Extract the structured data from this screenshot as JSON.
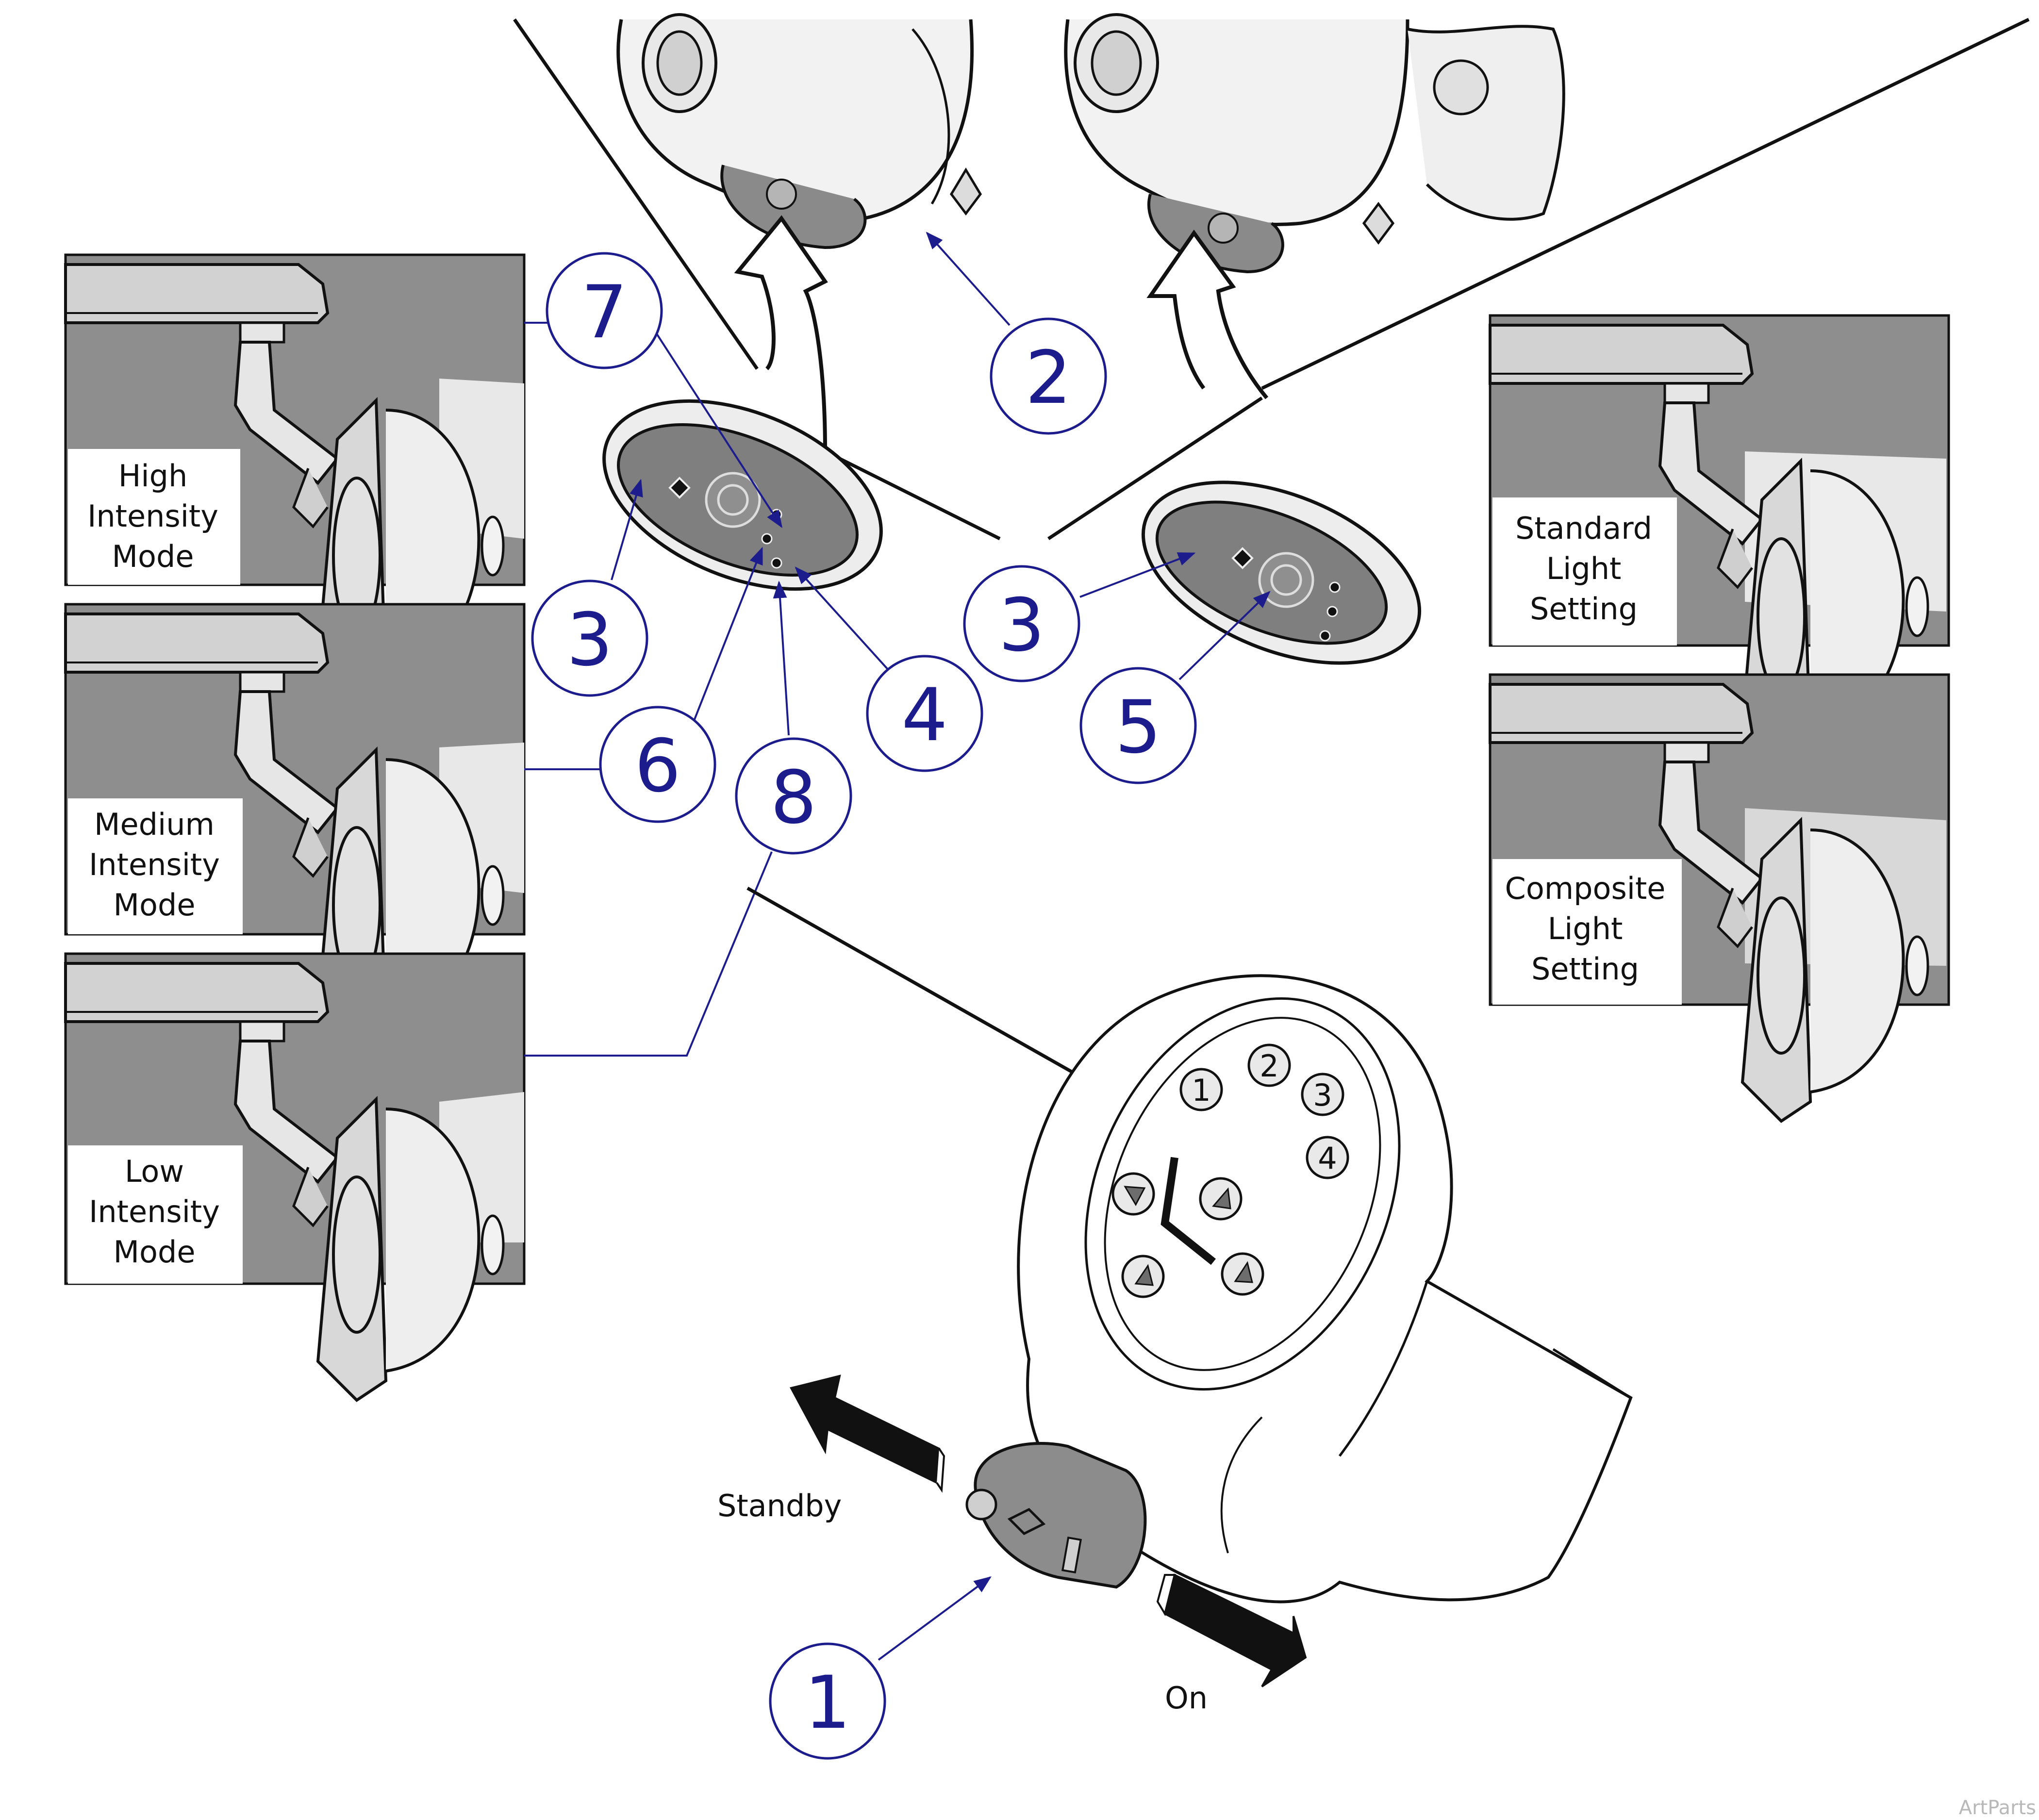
{
  "colors": {
    "panel_gray": "#8e8e8e",
    "callout_blue": "#1c1c8c",
    "light_beam": "#e8e8e8",
    "line": "#111111"
  },
  "callouts": [
    {
      "id": "c1",
      "label": "1"
    },
    {
      "id": "c2",
      "label": "2"
    },
    {
      "id": "c3a",
      "label": "3"
    },
    {
      "id": "c3b",
      "label": "3"
    },
    {
      "id": "c4",
      "label": "4"
    },
    {
      "id": "c5",
      "label": "5"
    },
    {
      "id": "c6",
      "label": "6"
    },
    {
      "id": "c7",
      "label": "7"
    },
    {
      "id": "c8",
      "label": "8"
    }
  ],
  "intensity_panels": [
    {
      "id": "high",
      "lines": [
        "High",
        "Intensity",
        "Mode"
      ]
    },
    {
      "id": "medium",
      "lines": [
        "Medium",
        "Intensity",
        "Mode"
      ]
    },
    {
      "id": "low",
      "lines": [
        "Low",
        "Intensity",
        "Mode"
      ]
    }
  ],
  "setting_panels": [
    {
      "id": "standard",
      "lines": [
        "Standard",
        "Light",
        "Setting"
      ]
    },
    {
      "id": "composite",
      "lines": [
        "Composite",
        "Light",
        "Setting"
      ]
    }
  ],
  "keypad": {
    "preset_keys": [
      "1",
      "2",
      "3",
      "4"
    ],
    "icons": [
      "arrow-up-left-icon",
      "arrow-up-right-icon",
      "arrow-down-left-icon",
      "arrow-down-right-icon",
      "power-toggle-icon"
    ]
  },
  "switch_labels": {
    "standby": "Standby",
    "on": "On"
  },
  "watermark": "ArtParts"
}
